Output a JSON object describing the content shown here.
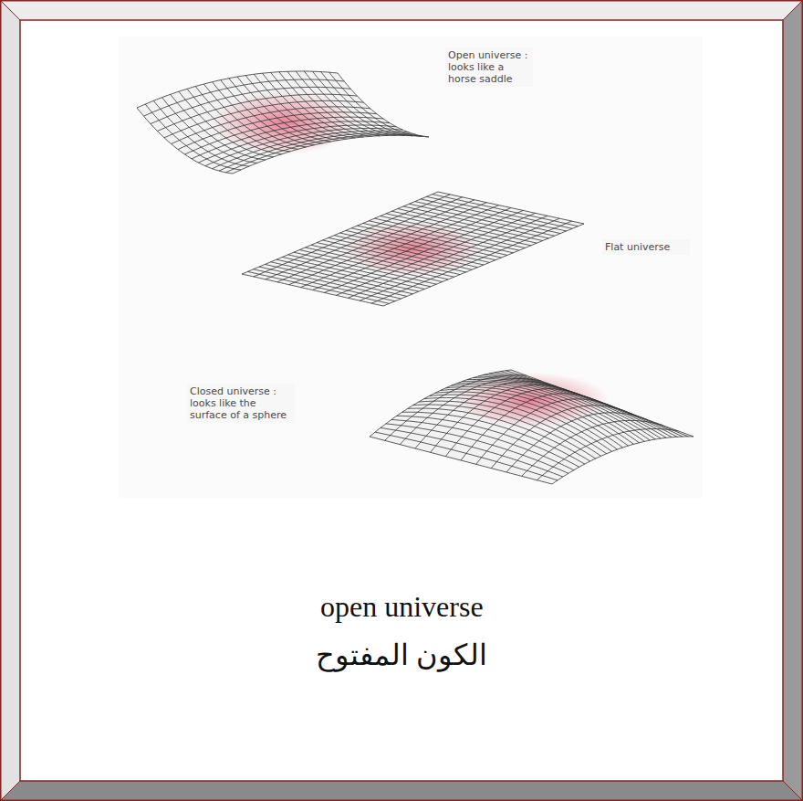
{
  "diagram": {
    "labels": [
      "Open universe : looks like a horse saddle",
      "Flat universe",
      "Closed universe : looks like the surface of a sphere",
      "open universe",
      "الكون المفتوح"
    ]
  }
}
